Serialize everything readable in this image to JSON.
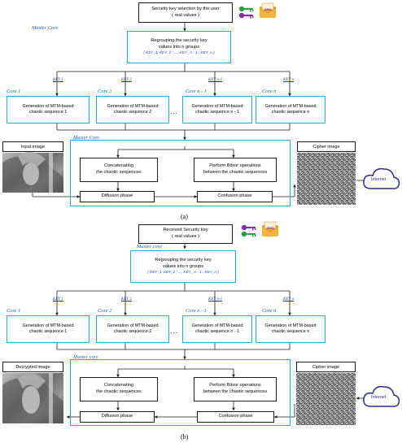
{
  "a": {
    "top_box": [
      "Security key selection by the user",
      "( real values )"
    ],
    "sms": "SMS",
    "master_label": "Master Core",
    "regroup": [
      "Regrouping the security key",
      "values into n groups",
      "( KEY_1;  KEY_2 ; ...; KEY_ n - 1  ; KEY_n )"
    ],
    "keys": [
      "KEY 1",
      "KEY 2",
      "KEY n-1",
      "KEY n"
    ],
    "cores": [
      {
        "name": "Core 1",
        "l1": "Generation of MTM-based",
        "l2": "chaotic sequence   1"
      },
      {
        "name": "Core 2",
        "l1": "Generation of MTM-based",
        "l2": "chaotic sequence   2"
      },
      {
        "name": "Core n - 1",
        "l1": "Generation of MTM-based",
        "l2": "chaotic sequence   n   -   1"
      },
      {
        "name": "Core n",
        "l1": "Generation of MTM-based",
        "l2": "chaotic sequence   n"
      }
    ],
    "dots": "...",
    "master2_label": "Master Core",
    "input_header": "Input image",
    "cipher_header": "Cipher image",
    "concat": [
      "Concatenating",
      "the chaotic sequences"
    ],
    "bitxor": [
      "Perform Bitxor operations",
      "between the chaotic sequences"
    ],
    "diffusion": "Diffusion phase",
    "confusion": "Confusion phase",
    "internet": "Internet",
    "caption": "(a)"
  },
  "b": {
    "top_box": [
      "Received Security key",
      "( real values )"
    ],
    "sms": "SMS",
    "master_label": "Master core",
    "regroup": [
      "Regrouping the security key",
      "values into n groups",
      "( KEY_1;  KEY_2 ; ...; KEY_ n - 1  ; KEY_n )"
    ],
    "keys": [
      "KEY 1",
      "KEY 2",
      "KEY n-1",
      "KEY n"
    ],
    "cores": [
      {
        "name": "Core 1",
        "l1": "Generation of MTM-based",
        "l2": "chaotic sequence   1"
      },
      {
        "name": "Core 2",
        "l1": "Generation of MTM-based",
        "l2": "chaotic sequence   2"
      },
      {
        "name": "Core n - 1",
        "l1": "Generation of MTM-based",
        "l2": "chaotic sequence   n   -   1"
      },
      {
        "name": "Core n",
        "l1": "Generation of MTM-based",
        "l2": "chaotic sequence   n"
      }
    ],
    "dots": "...",
    "master2_label": "Master core",
    "decrypted_header": "Decrypted image",
    "cipher_header": "Cipher image",
    "concat": [
      "Concatenating",
      "the chaotic sequences"
    ],
    "bitxor": [
      "Perform Bitxor operations",
      "between the chaotic sequences"
    ],
    "diffusion": "Diffusion phase",
    "confusion": "Confusion phase",
    "internet": "Internet",
    "caption": "(b)"
  },
  "colors": {
    "wire": "#1a1a1a",
    "cyan_frame": "#2aa4d5",
    "core_label": "#1f5bb5",
    "cloud": "#2c2a8a",
    "key_green": "#2e9e3a",
    "key_purple": "#8a2aa8",
    "envelope": "#f2b33d"
  }
}
